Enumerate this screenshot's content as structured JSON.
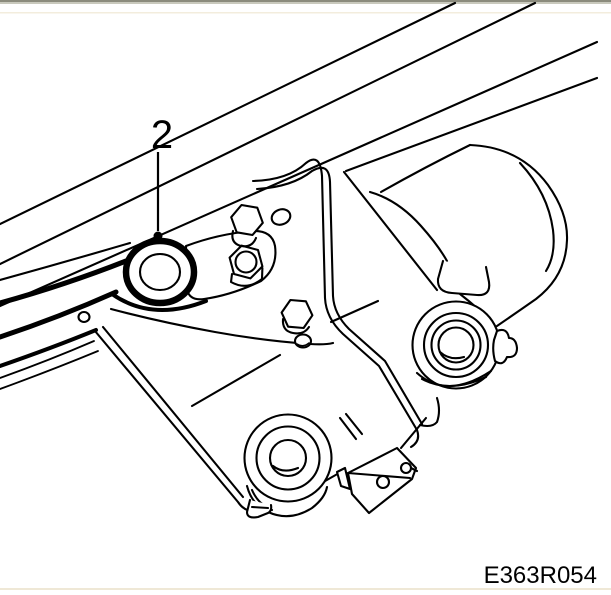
{
  "illustration": {
    "type": "service-manual line drawing",
    "subject": "windscreen wiper motor and linkage assembly",
    "callout": {
      "label": "2"
    },
    "figure_code": "E363R054",
    "colors": {
      "ink": "#000000",
      "background": "#ffffff",
      "top_edge_dark": "#8b8b7d",
      "top_edge_light": "#c9c9bd",
      "rule_cream": "#efe8d6"
    }
  }
}
